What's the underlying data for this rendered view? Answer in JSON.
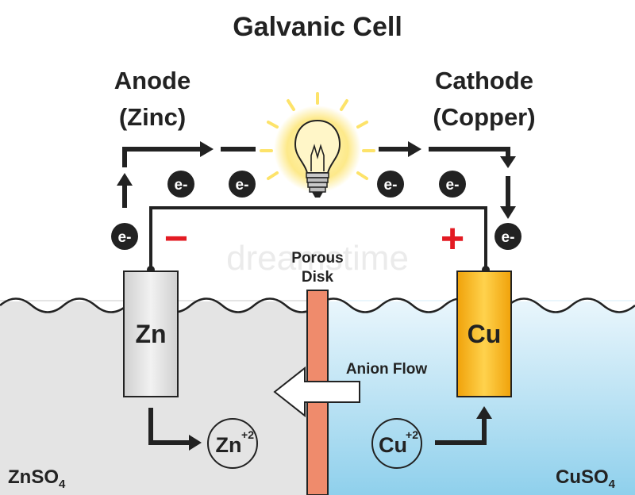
{
  "title": "Galvanic Cell",
  "anode": {
    "line1": "Anode",
    "line2": "(Zinc)",
    "sign": "−"
  },
  "cathode": {
    "line1": "Cathode",
    "line2": "(Copper)",
    "sign": "+"
  },
  "electron_label": "e-",
  "porous_disk": {
    "line1": "Porous",
    "line2": "Disk"
  },
  "anion_flow": "Anion Flow",
  "zn_electrode": "Zn",
  "cu_electrode": "Cu",
  "zn_ion": {
    "symbol": "Zn",
    "charge": "+2"
  },
  "cu_ion": {
    "symbol": "Cu",
    "charge": "+2"
  },
  "left_solution": {
    "formula": "ZnSO",
    "subscript": "4"
  },
  "right_solution": {
    "formula": "CuSO",
    "subscript": "4"
  },
  "watermark": "dreamstime",
  "colors": {
    "left_solution": "#e4e4e4",
    "right_solution_top": "#eaf6fc",
    "right_solution_bottom": "#8fd0ec",
    "zinc_electrode": "#d9d9d9",
    "copper_electrode": "#f2a50c",
    "porous_disk": "#ef8b6c",
    "negative_sign": "#e31b23",
    "positive_sign": "#e31b23",
    "bulb_glow": "#fde98a"
  },
  "icons": [
    "light-bulb-icon",
    "arrow-icon",
    "electron-icon"
  ]
}
